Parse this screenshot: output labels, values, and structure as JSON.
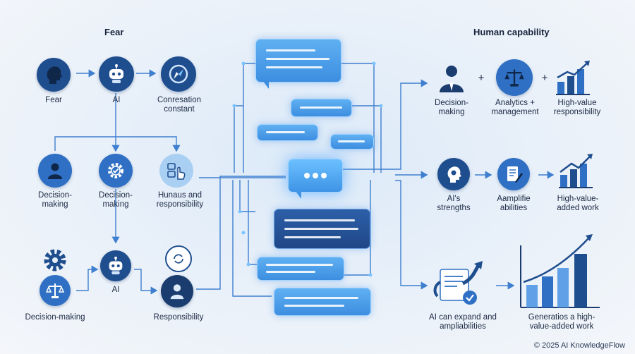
{
  "headers": {
    "left": "Fear",
    "right": "Human capability"
  },
  "left": {
    "row1": {
      "fear": "Fear",
      "ai": "AI",
      "conversation": "Conresation constant"
    },
    "row2": {
      "decision1": "Decision-making",
      "decision2": "Decision-making",
      "humans": "Hunaus and responsibility"
    },
    "row3": {
      "decision": "Decision-making",
      "ai": "AI",
      "responsibility": "Responsibility"
    }
  },
  "right": {
    "row1": {
      "decision": "Decision-making",
      "analytics": "Analytics + management",
      "highvalue": "High-value responsibility",
      "plus": "+"
    },
    "row2": {
      "strengths": "AI's strengths",
      "amplify": "Aamplifie abilities",
      "highvalue": "High-value-added work"
    },
    "row3": {
      "expand": "AI can expand and ampliabilities",
      "generate": "Generatios a high-value-added work"
    }
  },
  "footer": "© 2025 AI KnowledgeFlow",
  "colors": {
    "dark": "#1f4e8f",
    "light": "#2f70c4",
    "wire": "#3f7fcf",
    "bubble": "#4f9fe8"
  },
  "icons": [
    "head-profile-icon",
    "robot-icon",
    "compass-icon",
    "user-icon",
    "gear-check-icon",
    "hand-click-icon",
    "gear-icon",
    "scales-icon",
    "speech-head-icon",
    "bar-chart-icon",
    "document-pen-icon",
    "growth-chart-icon"
  ]
}
